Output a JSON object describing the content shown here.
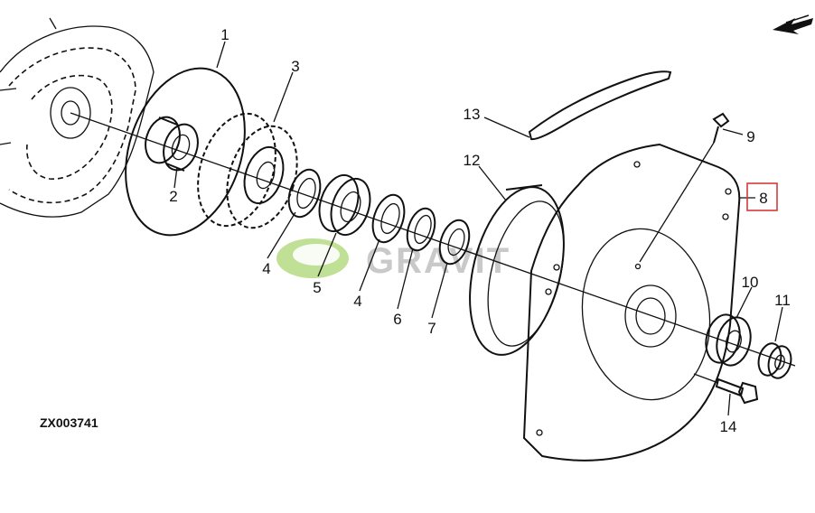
{
  "diagram": {
    "drawing_code": "ZX003741",
    "watermark": "GRAVIT",
    "highlight_color": "#d33a3a",
    "ink_color": "#111111",
    "watermark_color": "#c9c9c9",
    "callouts": [
      {
        "id": "1",
        "label": "1"
      },
      {
        "id": "2",
        "label": "2"
      },
      {
        "id": "3",
        "label": "3"
      },
      {
        "id": "4a",
        "label": "4"
      },
      {
        "id": "5",
        "label": "5"
      },
      {
        "id": "4b",
        "label": "4"
      },
      {
        "id": "6",
        "label": "6"
      },
      {
        "id": "7",
        "label": "7"
      },
      {
        "id": "8",
        "label": "8"
      },
      {
        "id": "9",
        "label": "9"
      },
      {
        "id": "10",
        "label": "10"
      },
      {
        "id": "11",
        "label": "11"
      },
      {
        "id": "12",
        "label": "12"
      },
      {
        "id": "13",
        "label": "13"
      },
      {
        "id": "14",
        "label": "14"
      }
    ],
    "highlighted_callout": "8",
    "orientation_icon": "forward-arrow-icon"
  }
}
